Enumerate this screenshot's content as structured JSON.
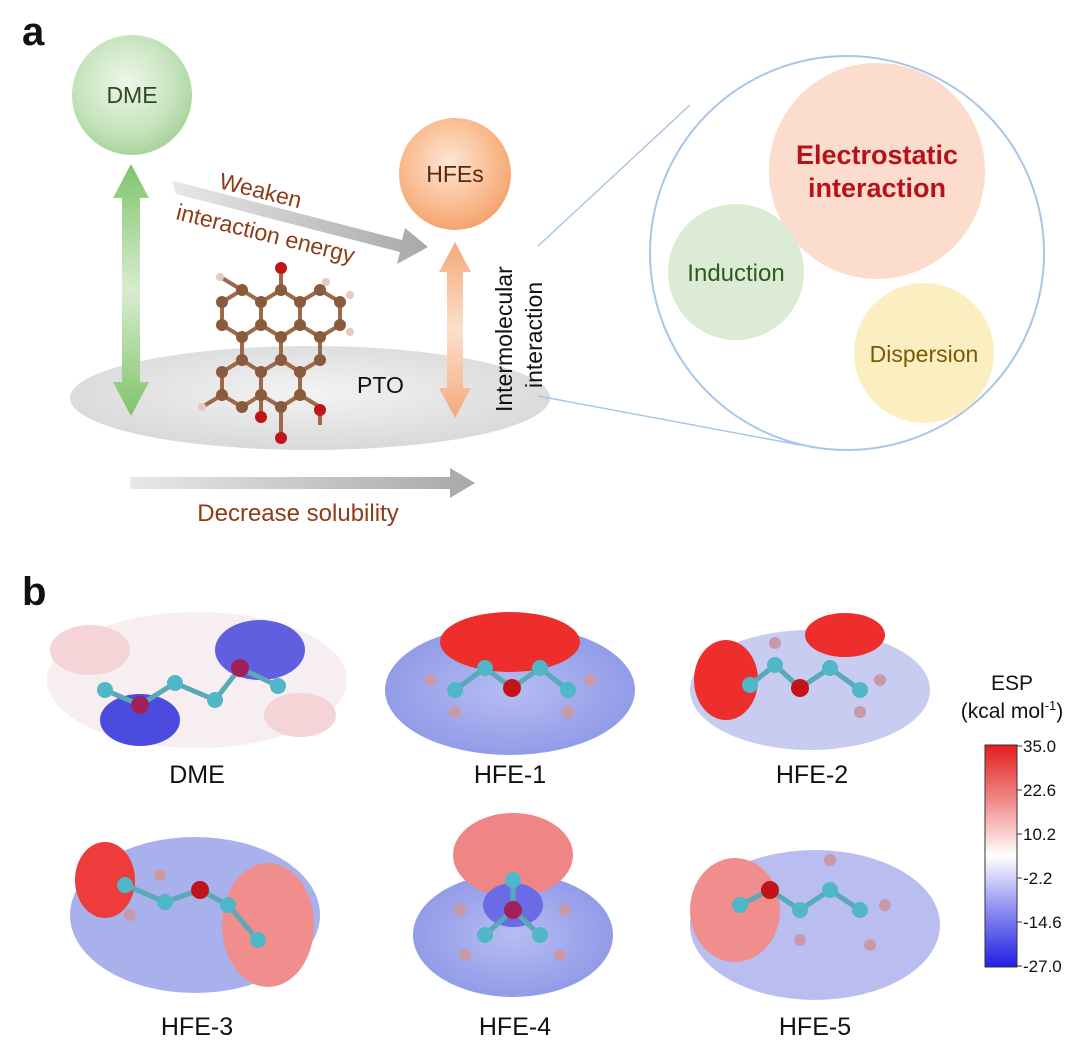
{
  "panel_a": {
    "letter": "a",
    "dme_label": "DME",
    "hfes_label": "HFEs",
    "pto_label": "PTO",
    "weaken_line1": "Weaken",
    "weaken_line2": "interaction energy",
    "intermolecular_line1": "Intermolecular",
    "intermolecular_line2": "interaction",
    "decrease_solubility": "Decrease solubility",
    "electrostatic_line1": "Electrostatic",
    "electrostatic_line2": "interaction",
    "induction": "Induction",
    "dispersion": "Dispersion"
  },
  "panel_b": {
    "letter": "b",
    "molecules": [
      "DME",
      "HFE-1",
      "HFE-2",
      "HFE-3",
      "HFE-4",
      "HFE-5"
    ],
    "colorbar": {
      "title_line1": "ESP",
      "title_line2": "(kcal mol",
      "title_sup": "-1",
      "title_close": ")",
      "ticks": [
        "35.0",
        "22.6",
        "10.2",
        "-2.2",
        "-14.6",
        "-27.0"
      ],
      "max_color": "#e41e1e",
      "mid_color": "#ffffff",
      "min_color": "#1f1fe6"
    }
  },
  "colors": {
    "dme_green": "#93c98a",
    "hfe_orange": "#f5a06a",
    "arrow_text_brown": "#8b3d17",
    "electrostatic_red": "#b5121b",
    "induction_text": "#2e5a1e",
    "dispersion_text": "#7a5a05",
    "carbon": "#8a5a3c",
    "oxygen": "#c0141a",
    "fluorine": "#c89aa8",
    "ether_carbon": "#4fb7c7"
  }
}
